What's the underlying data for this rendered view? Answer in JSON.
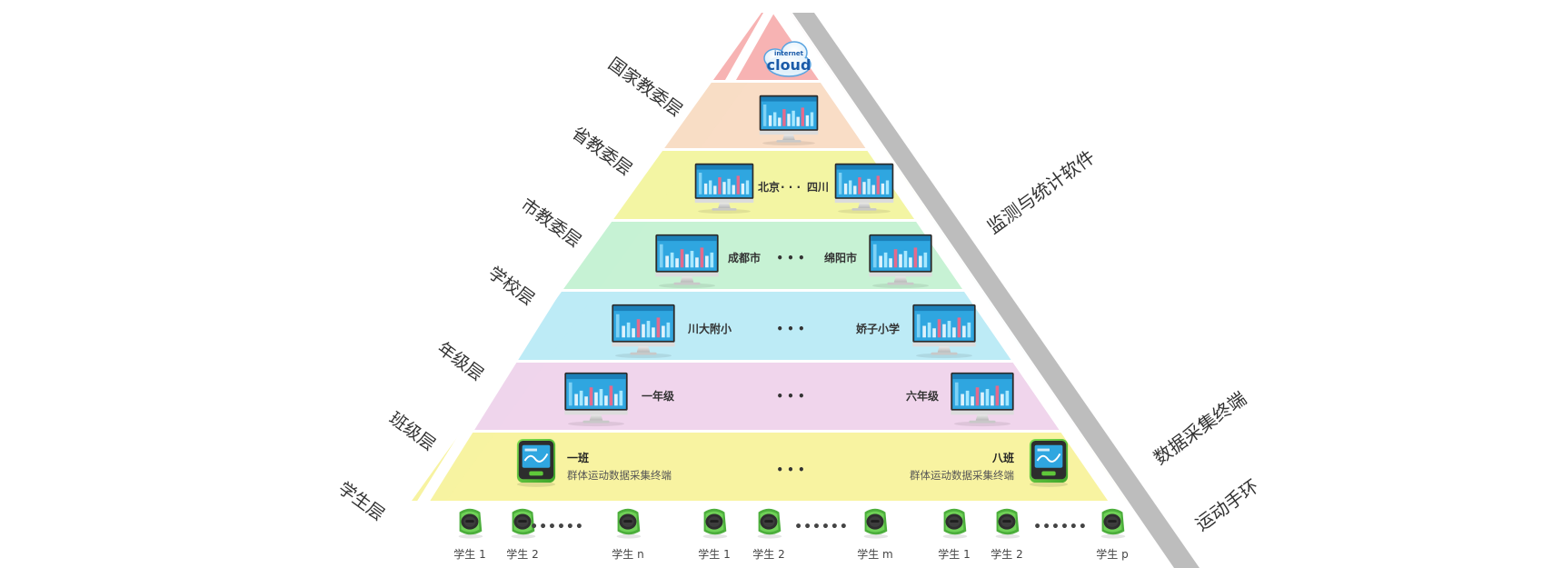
{
  "levels": [
    {
      "label": "国家教委层",
      "color": "#f7b3b3"
    },
    {
      "label": "省教委层",
      "color": "#f8ddc5"
    },
    {
      "label": "市教委层",
      "color": "#f3f5a3"
    },
    {
      "label": "学校层",
      "color": "#c6f2d4"
    },
    {
      "label": "年级层",
      "color": "#bdebf6"
    },
    {
      "label": "班级层",
      "color": "#efd5ec"
    },
    {
      "label": "学生层",
      "color": "#f7f3a1"
    }
  ],
  "cloud": {
    "top_text": "internet",
    "main_text": "cloud"
  },
  "province": {
    "left": "北京",
    "dots": "· · ·",
    "right": "四川"
  },
  "city": {
    "left": "成都市",
    "dots": "• • •",
    "right": "绵阳市"
  },
  "school": {
    "left": "川大附小",
    "dots": "• • •",
    "right": "娇子小学"
  },
  "grade": {
    "left": "一年级",
    "dots": "• • •",
    "right": "六年级"
  },
  "class": {
    "left_title": "一班",
    "left_sub": "群体运动数据采集终端",
    "dots": "• • •",
    "right_title": "八班",
    "right_sub": "群体运动数据采集终端"
  },
  "students": {
    "groups": [
      {
        "labels": [
          "学生 1",
          "学生 2",
          "学生 n"
        ],
        "dots": "••••••"
      },
      {
        "labels": [
          "学生 1",
          "学生 2",
          "学生 m"
        ],
        "dots": "••••••"
      },
      {
        "labels": [
          "学生 1",
          "学生 2",
          "学生 p"
        ],
        "dots": "••••••"
      }
    ]
  },
  "side_labels": {
    "software": "监测与统计软件",
    "terminal": "数据采集终端",
    "band": "运动手环"
  },
  "colors": {
    "gray_band": "#bdbdbd",
    "monitor_screen": "#2fa6e0",
    "terminal_green": "#5fc83a",
    "band_green": "#4cae3c"
  }
}
